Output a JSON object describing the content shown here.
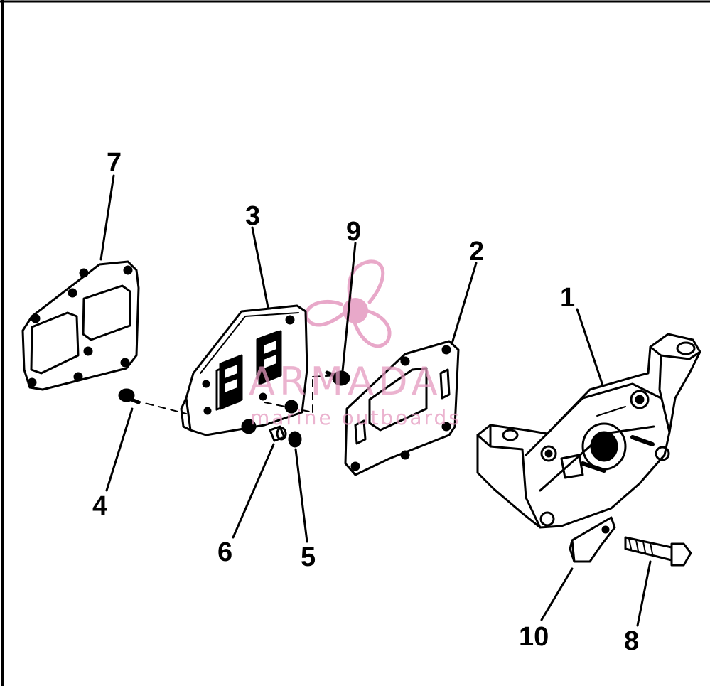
{
  "callouts": {
    "c1": "1",
    "c2": "2",
    "c3": "3",
    "c4": "4",
    "c5": "5",
    "c6": "6",
    "c7": "7",
    "c8": "8",
    "c9": "9",
    "c10": "10"
  },
  "watermark": {
    "brand": "ARMADA",
    "tagline": "marine outboards",
    "color": "#e59ac0"
  },
  "colors": {
    "line": "#000000",
    "background": "#ffffff"
  }
}
